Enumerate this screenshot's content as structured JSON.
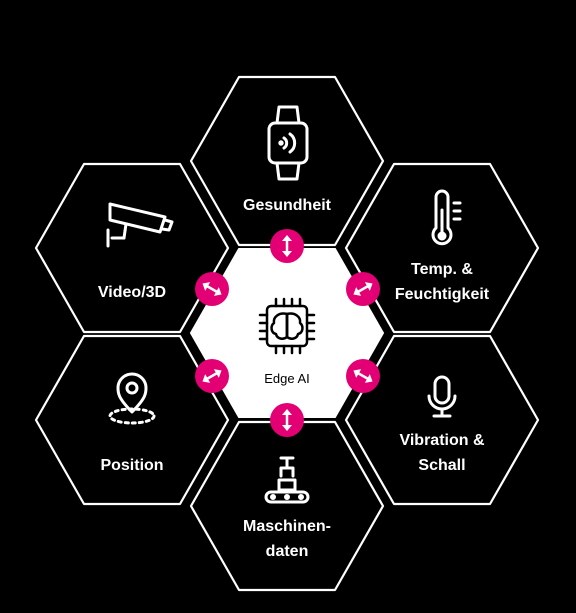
{
  "colors": {
    "background": "#000000",
    "accent": "#e20074",
    "hex_stroke": "#ffffff",
    "center_fill": "#ffffff"
  },
  "center": {
    "label": "Edge AI",
    "icon": "ai-chip-brain-icon"
  },
  "segments": [
    {
      "id": "gesundheit",
      "lines": [
        "Gesundheit"
      ],
      "icon": "smartwatch-icon"
    },
    {
      "id": "temp",
      "lines": [
        "Temp. &",
        "Feuchtigkeit"
      ],
      "icon": "thermometer-icon"
    },
    {
      "id": "vibration",
      "lines": [
        "Vibration &",
        "Schall"
      ],
      "icon": "microphone-icon"
    },
    {
      "id": "maschinen",
      "lines": [
        "Maschinen-",
        "daten"
      ],
      "icon": "robot-arm-conveyor-icon"
    },
    {
      "id": "position",
      "lines": [
        "Position"
      ],
      "icon": "location-pin-icon"
    },
    {
      "id": "video",
      "lines": [
        "Video/3D"
      ],
      "icon": "security-camera-icon"
    }
  ],
  "connectors": {
    "icon": "bidirectional-arrow-icon",
    "count": 6
  }
}
